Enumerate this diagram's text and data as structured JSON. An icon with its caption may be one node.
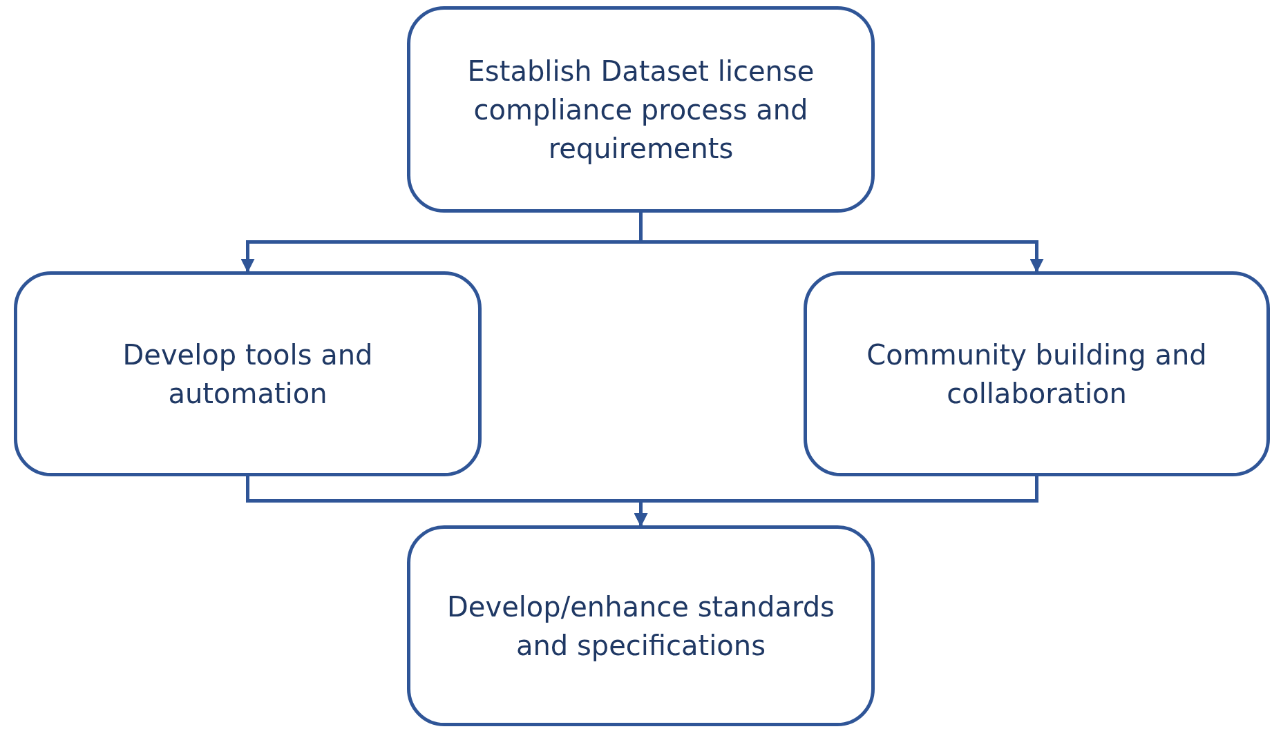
{
  "diagram": {
    "nodes": [
      {
        "text": [
          "Establish Dataset license compliance process and requirements"
        ]
      },
      {
        "text": [
          "Develop tools and automation"
        ]
      },
      {
        "text": [
          "Community building and collaboration"
        ]
      },
      {
        "text": [
          "Develop/enhance standards and specifications"
        ]
      }
    ],
    "edges": [
      {
        "from": 0,
        "to": 1,
        "arrow": "to"
      },
      {
        "from": 0,
        "to": 2,
        "arrow": "to"
      },
      {
        "from": 1,
        "to": 3,
        "arrow": "to"
      },
      {
        "from": 2,
        "to": 3,
        "arrow": "to"
      }
    ]
  }
}
